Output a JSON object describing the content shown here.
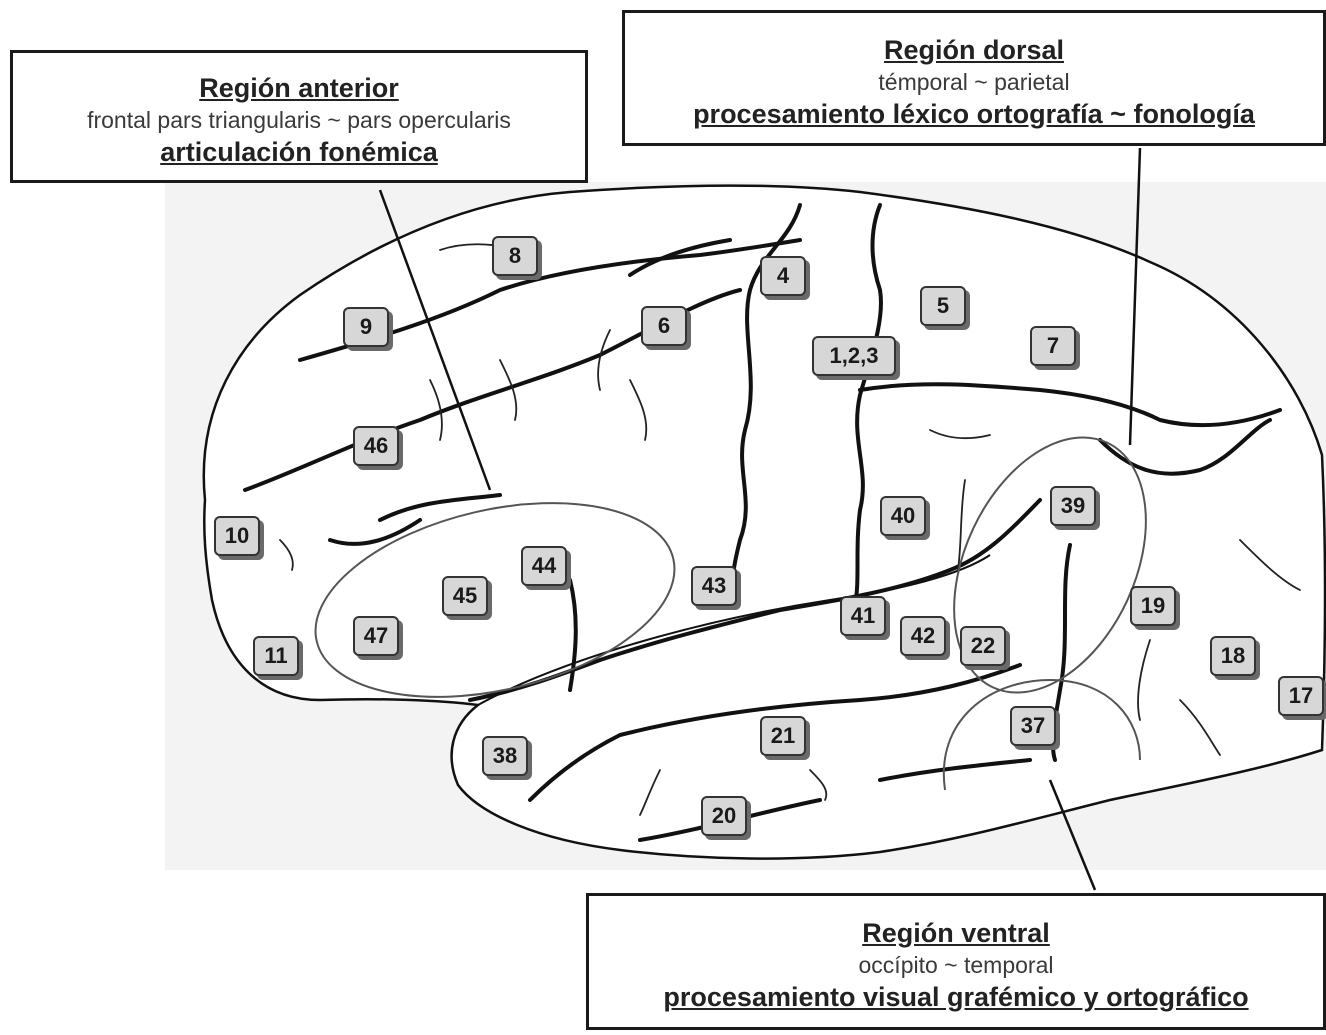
{
  "callouts": {
    "anterior": {
      "title": "Región anterior",
      "subtitle": "frontal pars triangularis ~ pars opercularis",
      "description": "articulación fonémica"
    },
    "dorsal": {
      "title": "Región dorsal",
      "subtitle": "témporal ~ parietal",
      "description": "procesamiento léxico ortografía ~ fonología"
    },
    "ventral": {
      "title": "Región ventral",
      "subtitle": "occípito ~ temporal",
      "description": "procesamiento visual grafémico y ortográfico"
    }
  },
  "brodmann_areas": [
    "8",
    "4",
    "9",
    "6",
    "5",
    "1,2,3",
    "7",
    "46",
    "40",
    "39",
    "10",
    "44",
    "45",
    "43",
    "19",
    "41",
    "42",
    "22",
    "47",
    "11",
    "18",
    "17",
    "37",
    "21",
    "38",
    "20"
  ],
  "colors": {
    "outline": "#111111",
    "label_fill": "#d7d7d7",
    "label_shadow": "#6a6a6a",
    "region_ring": "#555555",
    "text": "#222222"
  }
}
